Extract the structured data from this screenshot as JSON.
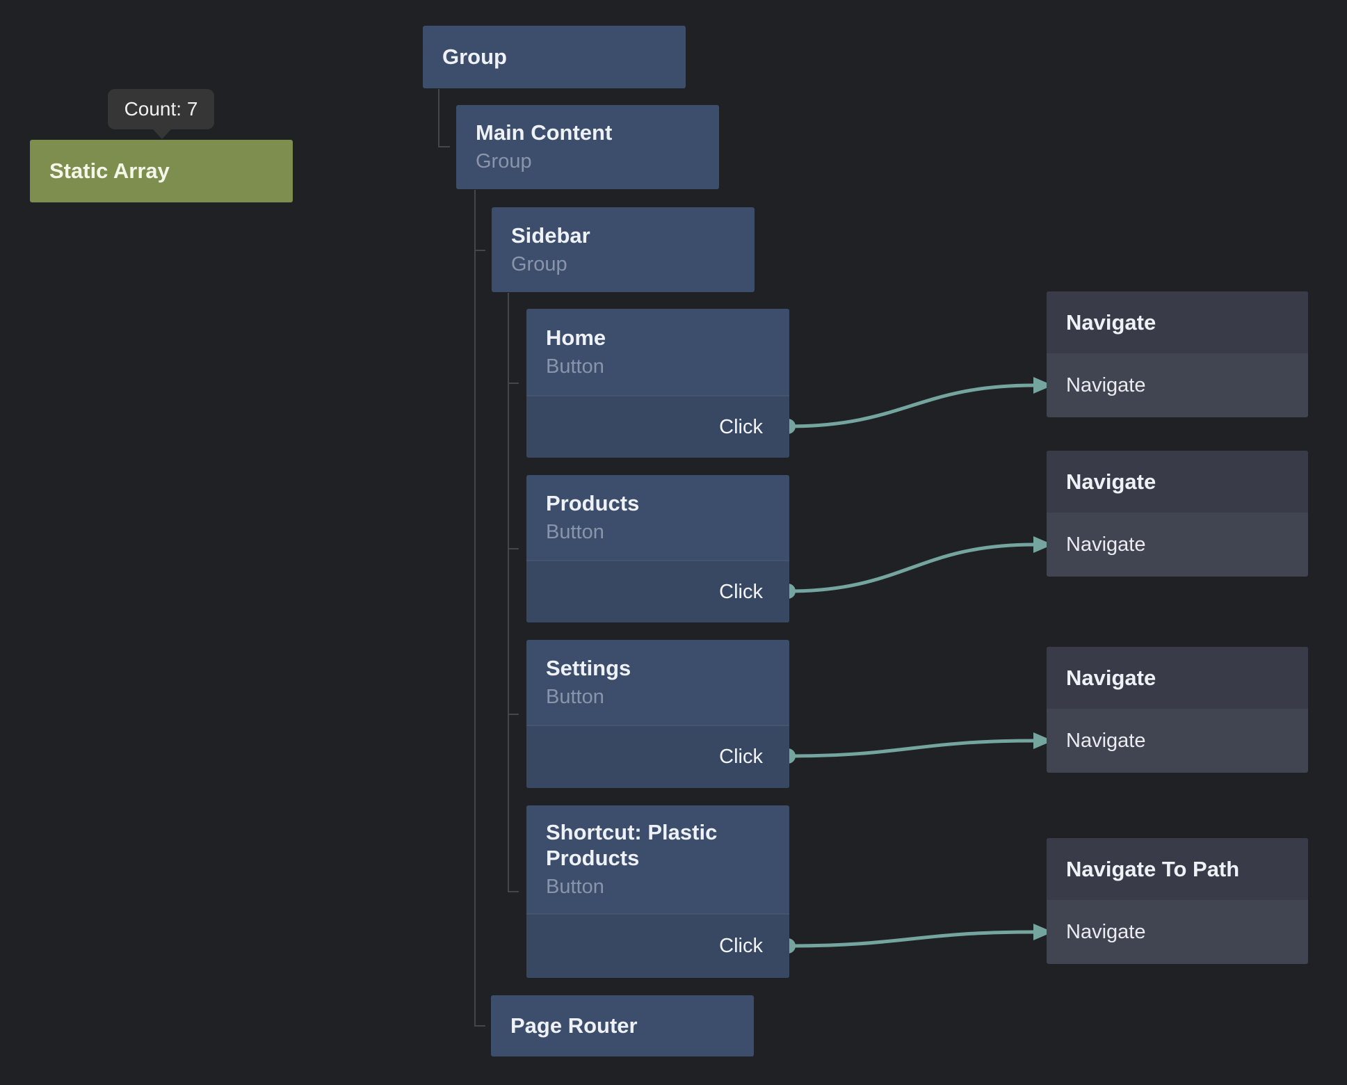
{
  "tooltip": {
    "text": "Count: 7"
  },
  "static_array_node": {
    "title": "Static Array"
  },
  "tree_nodes": [
    {
      "title": "Group"
    },
    {
      "title": "Main Content",
      "subtitle": "Group"
    },
    {
      "title": "Sidebar",
      "subtitle": "Group"
    },
    {
      "title": "Home",
      "subtitle": "Button",
      "output": "Click"
    },
    {
      "title": "Products",
      "subtitle": "Button",
      "output": "Click"
    },
    {
      "title": "Settings",
      "subtitle": "Button",
      "output": "Click"
    },
    {
      "title": "Shortcut: Plastic Products",
      "subtitle": "Button",
      "output": "Click"
    },
    {
      "title": "Page Router"
    }
  ],
  "action_nodes": [
    {
      "title": "Navigate",
      "input": "Navigate"
    },
    {
      "title": "Navigate",
      "input": "Navigate"
    },
    {
      "title": "Navigate",
      "input": "Navigate"
    },
    {
      "title": "Navigate To Path",
      "input": "Navigate"
    }
  ],
  "connections": [
    {
      "from": "Home.Click",
      "to": "Navigate#1.Navigate"
    },
    {
      "from": "Products.Click",
      "to": "Navigate#2.Navigate"
    },
    {
      "from": "Settings.Click",
      "to": "Navigate#3.Navigate"
    },
    {
      "from": "Shortcut: Plastic Products.Click",
      "to": "Navigate To Path.Navigate"
    }
  ],
  "colors": {
    "background": "#202124",
    "node_blue_header": "#3d4e6c",
    "node_blue_body": "#394862",
    "node_action_header": "#393c48",
    "node_action_body": "#414451",
    "node_static_green": "#7d8e4e",
    "wire_teal": "#74a59e",
    "tree_line": "#454648",
    "tooltip_bg": "#363636"
  }
}
